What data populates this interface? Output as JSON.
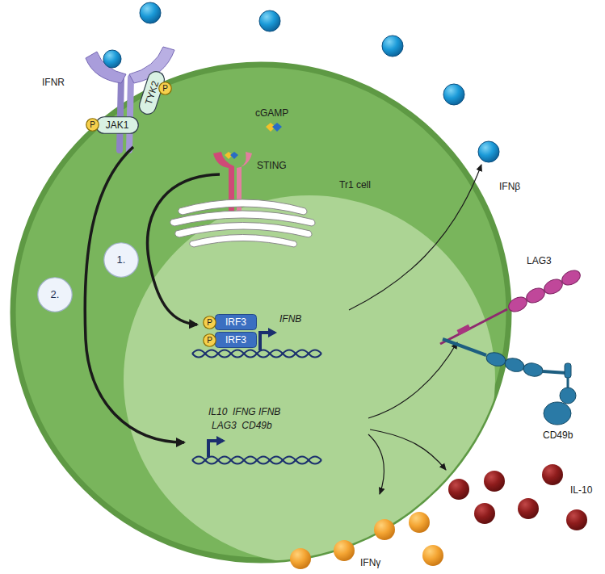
{
  "diagram": {
    "nodes": [
      {
        "text": [
          "Tr1 cell"
        ]
      },
      {
        "text": [
          "JAK1"
        ],
        "in": 0
      },
      {
        "text": [
          "TYK2"
        ],
        "in": 0
      },
      {
        "text": [
          "P"
        ],
        "in": 0
      },
      {
        "text": [
          "P"
        ],
        "in": 0
      },
      {
        "text": [
          "1."
        ],
        "in": 0
      },
      {
        "text": [
          "2."
        ],
        "in": 0
      },
      {
        "text": [
          "IRF3"
        ],
        "in": 0
      },
      {
        "text": [
          "IRF3"
        ],
        "in": 0
      },
      {
        "text": [
          "P"
        ],
        "in": 0
      },
      {
        "text": [
          "P"
        ],
        "in": 0
      }
    ],
    "labels": [
      "IFNR",
      "cGAMP",
      "STING",
      "IFNβ",
      "IFNB",
      "IL10  IFNG IFNB",
      "LAG3  CD49b",
      "LAG3",
      "CD49b",
      "IL-10",
      "IFNγ"
    ]
  }
}
